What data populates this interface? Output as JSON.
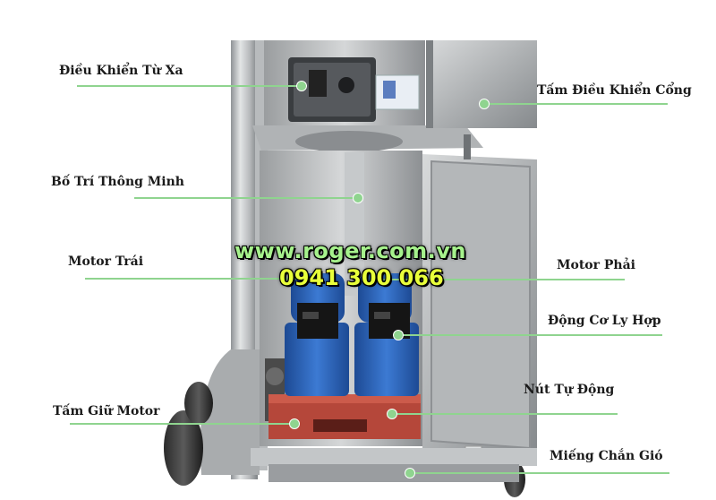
{
  "labels": {
    "remote_control": "Điều Khiển Từ Xa",
    "gate_control_panel": "Tấm Điều Khiển Cổng",
    "smart_layout": "Bố Trí Thông Minh",
    "left_motor": "Motor Trái",
    "right_motor": "Motor Phải",
    "clutch_motor": "Động Cơ Ly Hợp",
    "auto_button": "Nút Tự Động",
    "motor_holder_plate": "Tấm Giữ Motor",
    "wind_shield": "Miếng Chắn Gió"
  },
  "overlay": {
    "website": "www.roger.com.vn",
    "phone": "0941 300 066"
  },
  "colors": {
    "leader_line": "#8fd48f",
    "website_text": "#a6f28c",
    "phone_text": "#e8ff3a",
    "steel": "#c9ccce",
    "motor_blue": "#2d63b8",
    "motor_plate_red": "#b5473a"
  }
}
